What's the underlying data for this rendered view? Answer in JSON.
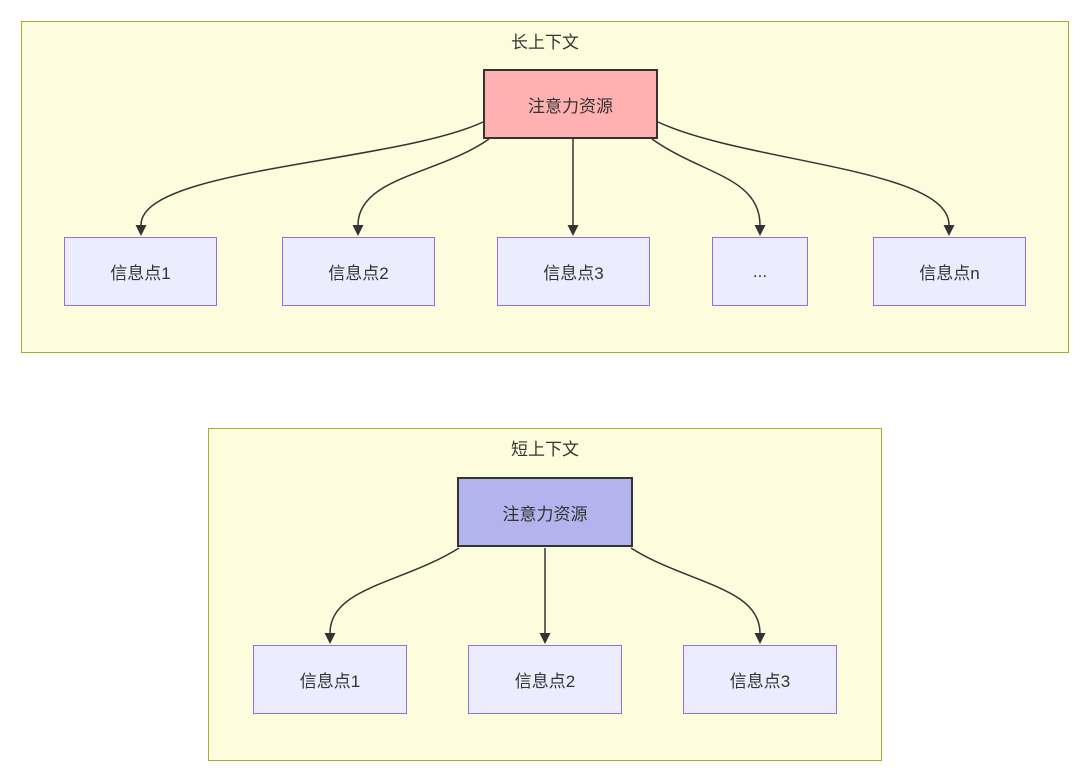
{
  "diagram": {
    "clusters": [
      {
        "title": "长上下文",
        "root": {
          "label": "注意力资源",
          "fill": "#ffb1b1"
        },
        "children": [
          {
            "label": "信息点1"
          },
          {
            "label": "信息点2"
          },
          {
            "label": "信息点3"
          },
          {
            "label": "..."
          },
          {
            "label": "信息点n"
          }
        ]
      },
      {
        "title": "短上下文",
        "root": {
          "label": "注意力资源",
          "fill": "#b3b3ee"
        },
        "children": [
          {
            "label": "信息点1"
          },
          {
            "label": "信息点2"
          },
          {
            "label": "信息点3"
          }
        ]
      }
    ],
    "colors": {
      "cluster_fill": "#fdfdde",
      "cluster_border": "#aaaa33",
      "info_node_fill": "#ececff",
      "info_node_border": "#9370db",
      "root_long_fill": "#ffb1b1",
      "root_short_fill": "#b3b3ee",
      "root_border": "#333333",
      "edge_color": "#333333",
      "text_color": "#333333"
    }
  }
}
